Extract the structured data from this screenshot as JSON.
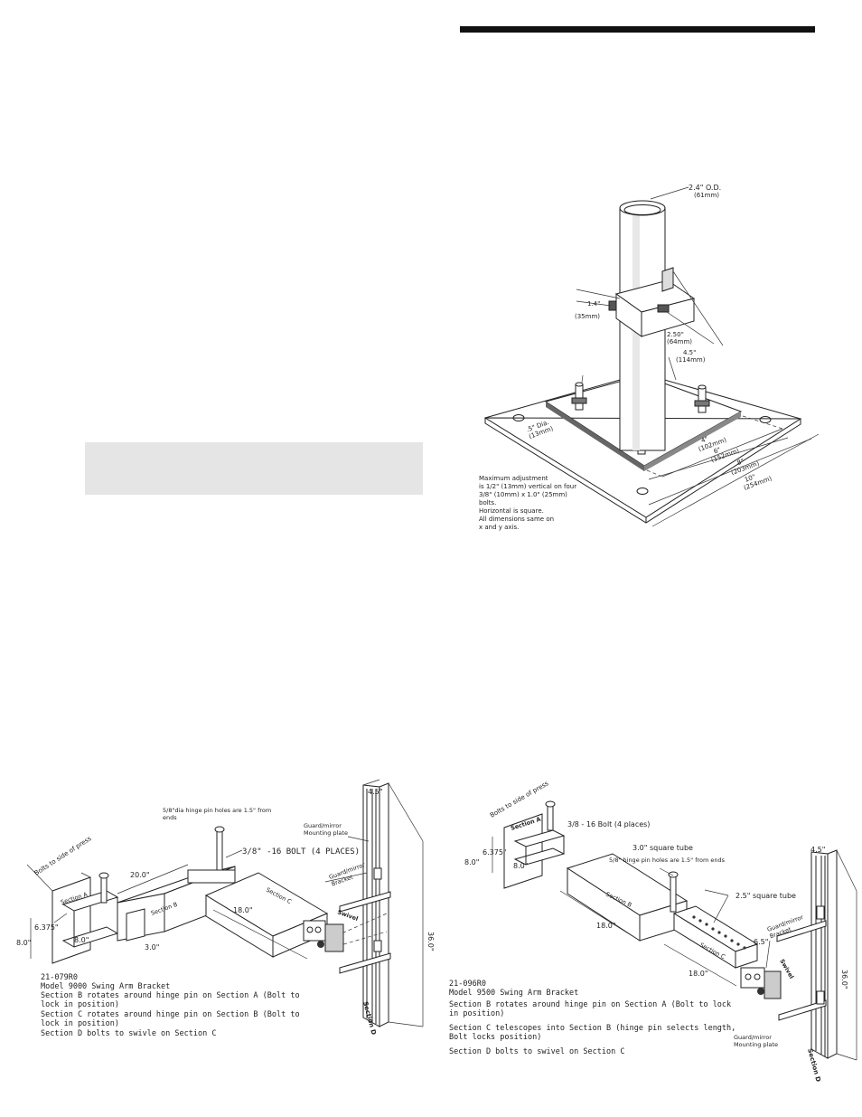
{
  "top_right": {
    "od_label": "2.4\" O.D.",
    "od_mm": "(61mm)",
    "dim_1_4": "1.4\"",
    "dim_1_4_mm": "(35mm)",
    "dim_2_50": "2.50\"",
    "dim_2_50_mm": "(64mm)",
    "dim_4_5": "4.5\"",
    "dim_4_5_mm": "(114mm)",
    "hole_dia": ".5\" Dia.",
    "hole_dia_mm": "(13mm)",
    "dim_4": "4\"",
    "dim_4_mm": "(102mm)",
    "dim_6": "6\"",
    "dim_6_mm": "(152mm)",
    "dim_8": "8\"",
    "dim_8_mm": "(203mm)",
    "dim_10": "10\"",
    "dim_10_mm": "(254mm)",
    "notes": [
      "Maximum adjustment",
      "is 1/2\" (13mm) vertical on four",
      "3/8\" (10mm) x 1.0\" (25mm)",
      "bolts.",
      "Horizontal is square.",
      "All dimensions same on",
      "x and y axis."
    ]
  },
  "model_9000": {
    "hinge_note": [
      "5/8\"dia hinge pin holes are 1.5\" from",
      "ends"
    ],
    "bolt_label": "3/8\" -16 BOLT (4 PLACES)",
    "guard_plate": [
      "Guard/mirror",
      "Mounting plate"
    ],
    "guard_bracket": [
      "Guard/mirror",
      "Bracket"
    ],
    "bolts_side": "Bolts to side of press",
    "section_a": "Section A",
    "section_b": "Section B",
    "section_c": "Section C",
    "section_d": "Section D",
    "swivel": "Swivel",
    "dim_20": "20.0\"",
    "dim_18": "18.0\"",
    "dim_6375": "6.375\"",
    "dim_8a": "8.0\"",
    "dim_8b": "8.0\"",
    "dim_3": "3.0\"",
    "dim_45": "4.5\"",
    "dim_36": "36.0\"",
    "caption": [
      "21-079R0",
      "Model 9000 Swing Arm Bracket",
      "Section B rotates around hinge pin on Section A (Bolt to",
      "lock in position)",
      "Section C rotates around hinge pin on Section B (Bolt to",
      "lock in position)",
      "Section D bolts to swivle on Section C"
    ]
  },
  "model_9500": {
    "bolts_side": "Bolts to side of press",
    "section_a": "Section A",
    "bolt_label": "3/8 - 16 Bolt (4 places)",
    "square_tube_3": "3.0\" square tube",
    "hinge_note": "5/8\" hinge pin holes are 1.5\" from ends",
    "square_tube_25": "2.5\" square tube",
    "section_b": "Section B",
    "section_c": "Section C",
    "section_d": "Section D",
    "swivel": "Swivel",
    "guard_bracket": [
      "Guard/mirror",
      "Bracket"
    ],
    "guard_plate": [
      "Guard/mirror",
      "Mounting plate"
    ],
    "dim_6375": "6.375\"",
    "dim_8a": "8.0\"",
    "dim_8b": "8.0\"",
    "dim_18a": "18.0\"",
    "dim_18b": "18.0\"",
    "dim_65": "6.5\"",
    "dim_45": "4.5\"",
    "dim_36": "36.0\"",
    "caption": [
      "21-096R0",
      "Model 9500 Swing Arm Bracket",
      "Section B rotates around hinge pin on Section A (Bolt to lock",
      "in position)",
      "",
      "Section C telescopes into Section B (hinge pin selects length,",
      "Bolt locks position)",
      "",
      "Section D bolts to swivel on Section C"
    ]
  }
}
